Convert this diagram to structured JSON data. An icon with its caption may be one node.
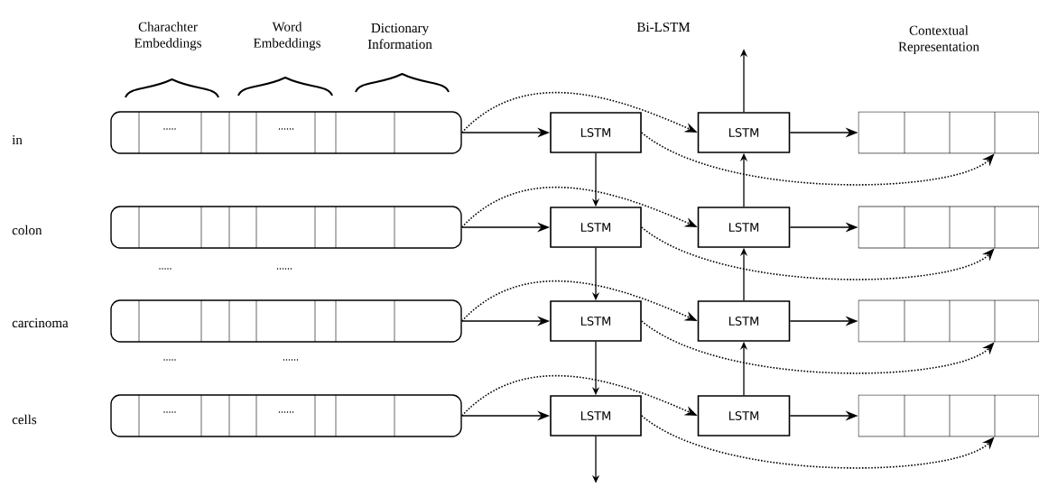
{
  "diagram": {
    "nodes": [
      {
        "text": [
          ".....",
          "......"
        ]
      },
      {
        "text": [
          "LSTM"
        ]
      },
      {
        "text": [
          "LSTM"
        ]
      },
      {
        "text": [],
        "shape": "box"
      },
      {
        "text": [],
        "shape": "box"
      },
      {
        "text": [
          "LSTM"
        ]
      },
      {
        "text": [
          "LSTM"
        ]
      },
      {
        "text": [],
        "shape": "box"
      },
      {
        "text": [],
        "shape": "box"
      },
      {
        "text": [
          "LSTM"
        ]
      },
      {
        "text": [
          "LSTM"
        ]
      },
      {
        "text": [],
        "shape": "box"
      },
      {
        "text": [
          ".....",
          "......"
        ]
      },
      {
        "text": [
          "LSTM"
        ]
      },
      {
        "text": [
          "LSTM"
        ]
      },
      {
        "text": [],
        "shape": "box"
      }
    ],
    "edges": [
      {
        "from": 0,
        "to": 1,
        "arrow": "to"
      },
      {
        "from": 0,
        "to": 2,
        "arrow": "to",
        "style": "dashed"
      },
      {
        "from": 1,
        "to": 3,
        "arrow": "to",
        "style": "dashed"
      },
      {
        "from": 2,
        "to": 3,
        "arrow": "to"
      },
      {
        "from": 4,
        "to": 5,
        "arrow": "to"
      },
      {
        "from": 4,
        "to": 6,
        "arrow": "to",
        "style": "dashed"
      },
      {
        "from": 5,
        "to": 7,
        "arrow": "to",
        "style": "dashed"
      },
      {
        "from": 6,
        "to": 7,
        "arrow": "to"
      },
      {
        "from": 8,
        "to": 9,
        "arrow": "to"
      },
      {
        "from": 8,
        "to": 10,
        "arrow": "to",
        "style": "dashed"
      },
      {
        "from": 9,
        "to": 11,
        "arrow": "to",
        "style": "dashed"
      },
      {
        "from": 10,
        "to": 11,
        "arrow": "to"
      },
      {
        "from": 12,
        "to": 13,
        "arrow": "to"
      },
      {
        "from": 12,
        "to": 14,
        "arrow": "to",
        "style": "dashed"
      },
      {
        "from": 13,
        "to": 15,
        "arrow": "to",
        "style": "dashed"
      },
      {
        "from": 14,
        "to": 15,
        "arrow": "to"
      },
      {
        "from": 1,
        "to": 5,
        "arrow": "to"
      },
      {
        "from": 5,
        "to": 9,
        "arrow": "to"
      },
      {
        "from": 9,
        "to": 13,
        "arrow": "to"
      },
      {
        "from": 6,
        "to": 2,
        "arrow": "to"
      },
      {
        "from": 10,
        "to": 6,
        "arrow": "to"
      },
      {
        "from": 14,
        "to": 10,
        "arrow": "to"
      },
      {
        "from": 2,
        "to": null,
        "arrow": "to"
      },
      {
        "from": 13,
        "to": null,
        "arrow": "to"
      }
    ],
    "labels": [
      "Charachter Embeddings",
      "Word Embeddings",
      "Dictionary Information",
      "Bi-LSTM",
      "Contextual Representation",
      "in",
      "colon",
      ".....",
      "......",
      "carcinoma",
      ".....",
      "......",
      "cells"
    ]
  }
}
